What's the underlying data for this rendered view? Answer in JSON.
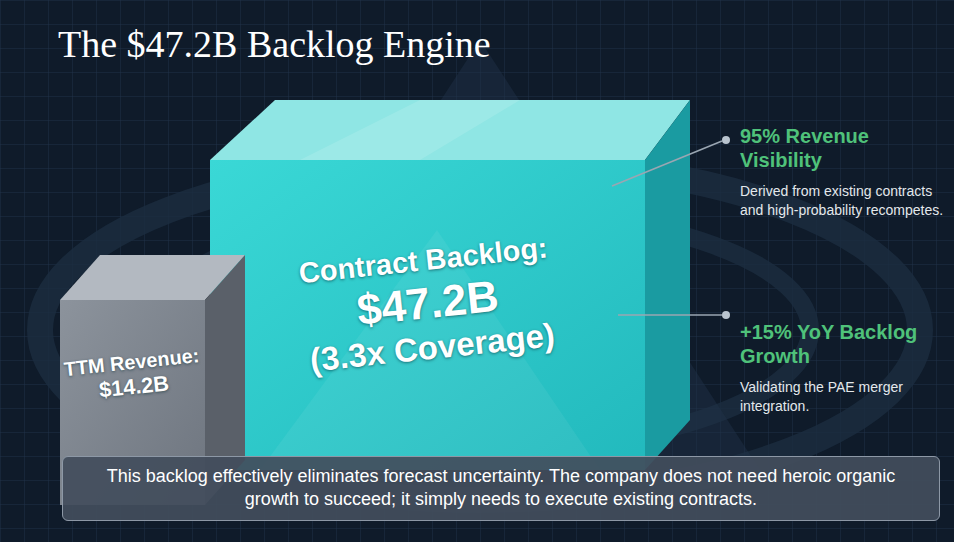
{
  "diagram": {
    "title": "The $47.2B Backlog Engine",
    "caption": "This backlog effectively eliminates forecast uncertainty. The company does not need heroic organic growth to succeed; it simply needs to execute existing contracts.",
    "nodes": [
      {
        "text": [
          "TTM Revenue:",
          "$14.2B"
        ]
      },
      {
        "text": [
          "Contract Backlog:",
          "$47.2B",
          "(3.3x Coverage)"
        ]
      }
    ],
    "labels": [
      "95% Revenue Visibility",
      "Derived from existing contracts and high-probability recompetes.",
      "+15% YoY Backlog Growth",
      "Validating the PAE merger integration."
    ]
  }
}
